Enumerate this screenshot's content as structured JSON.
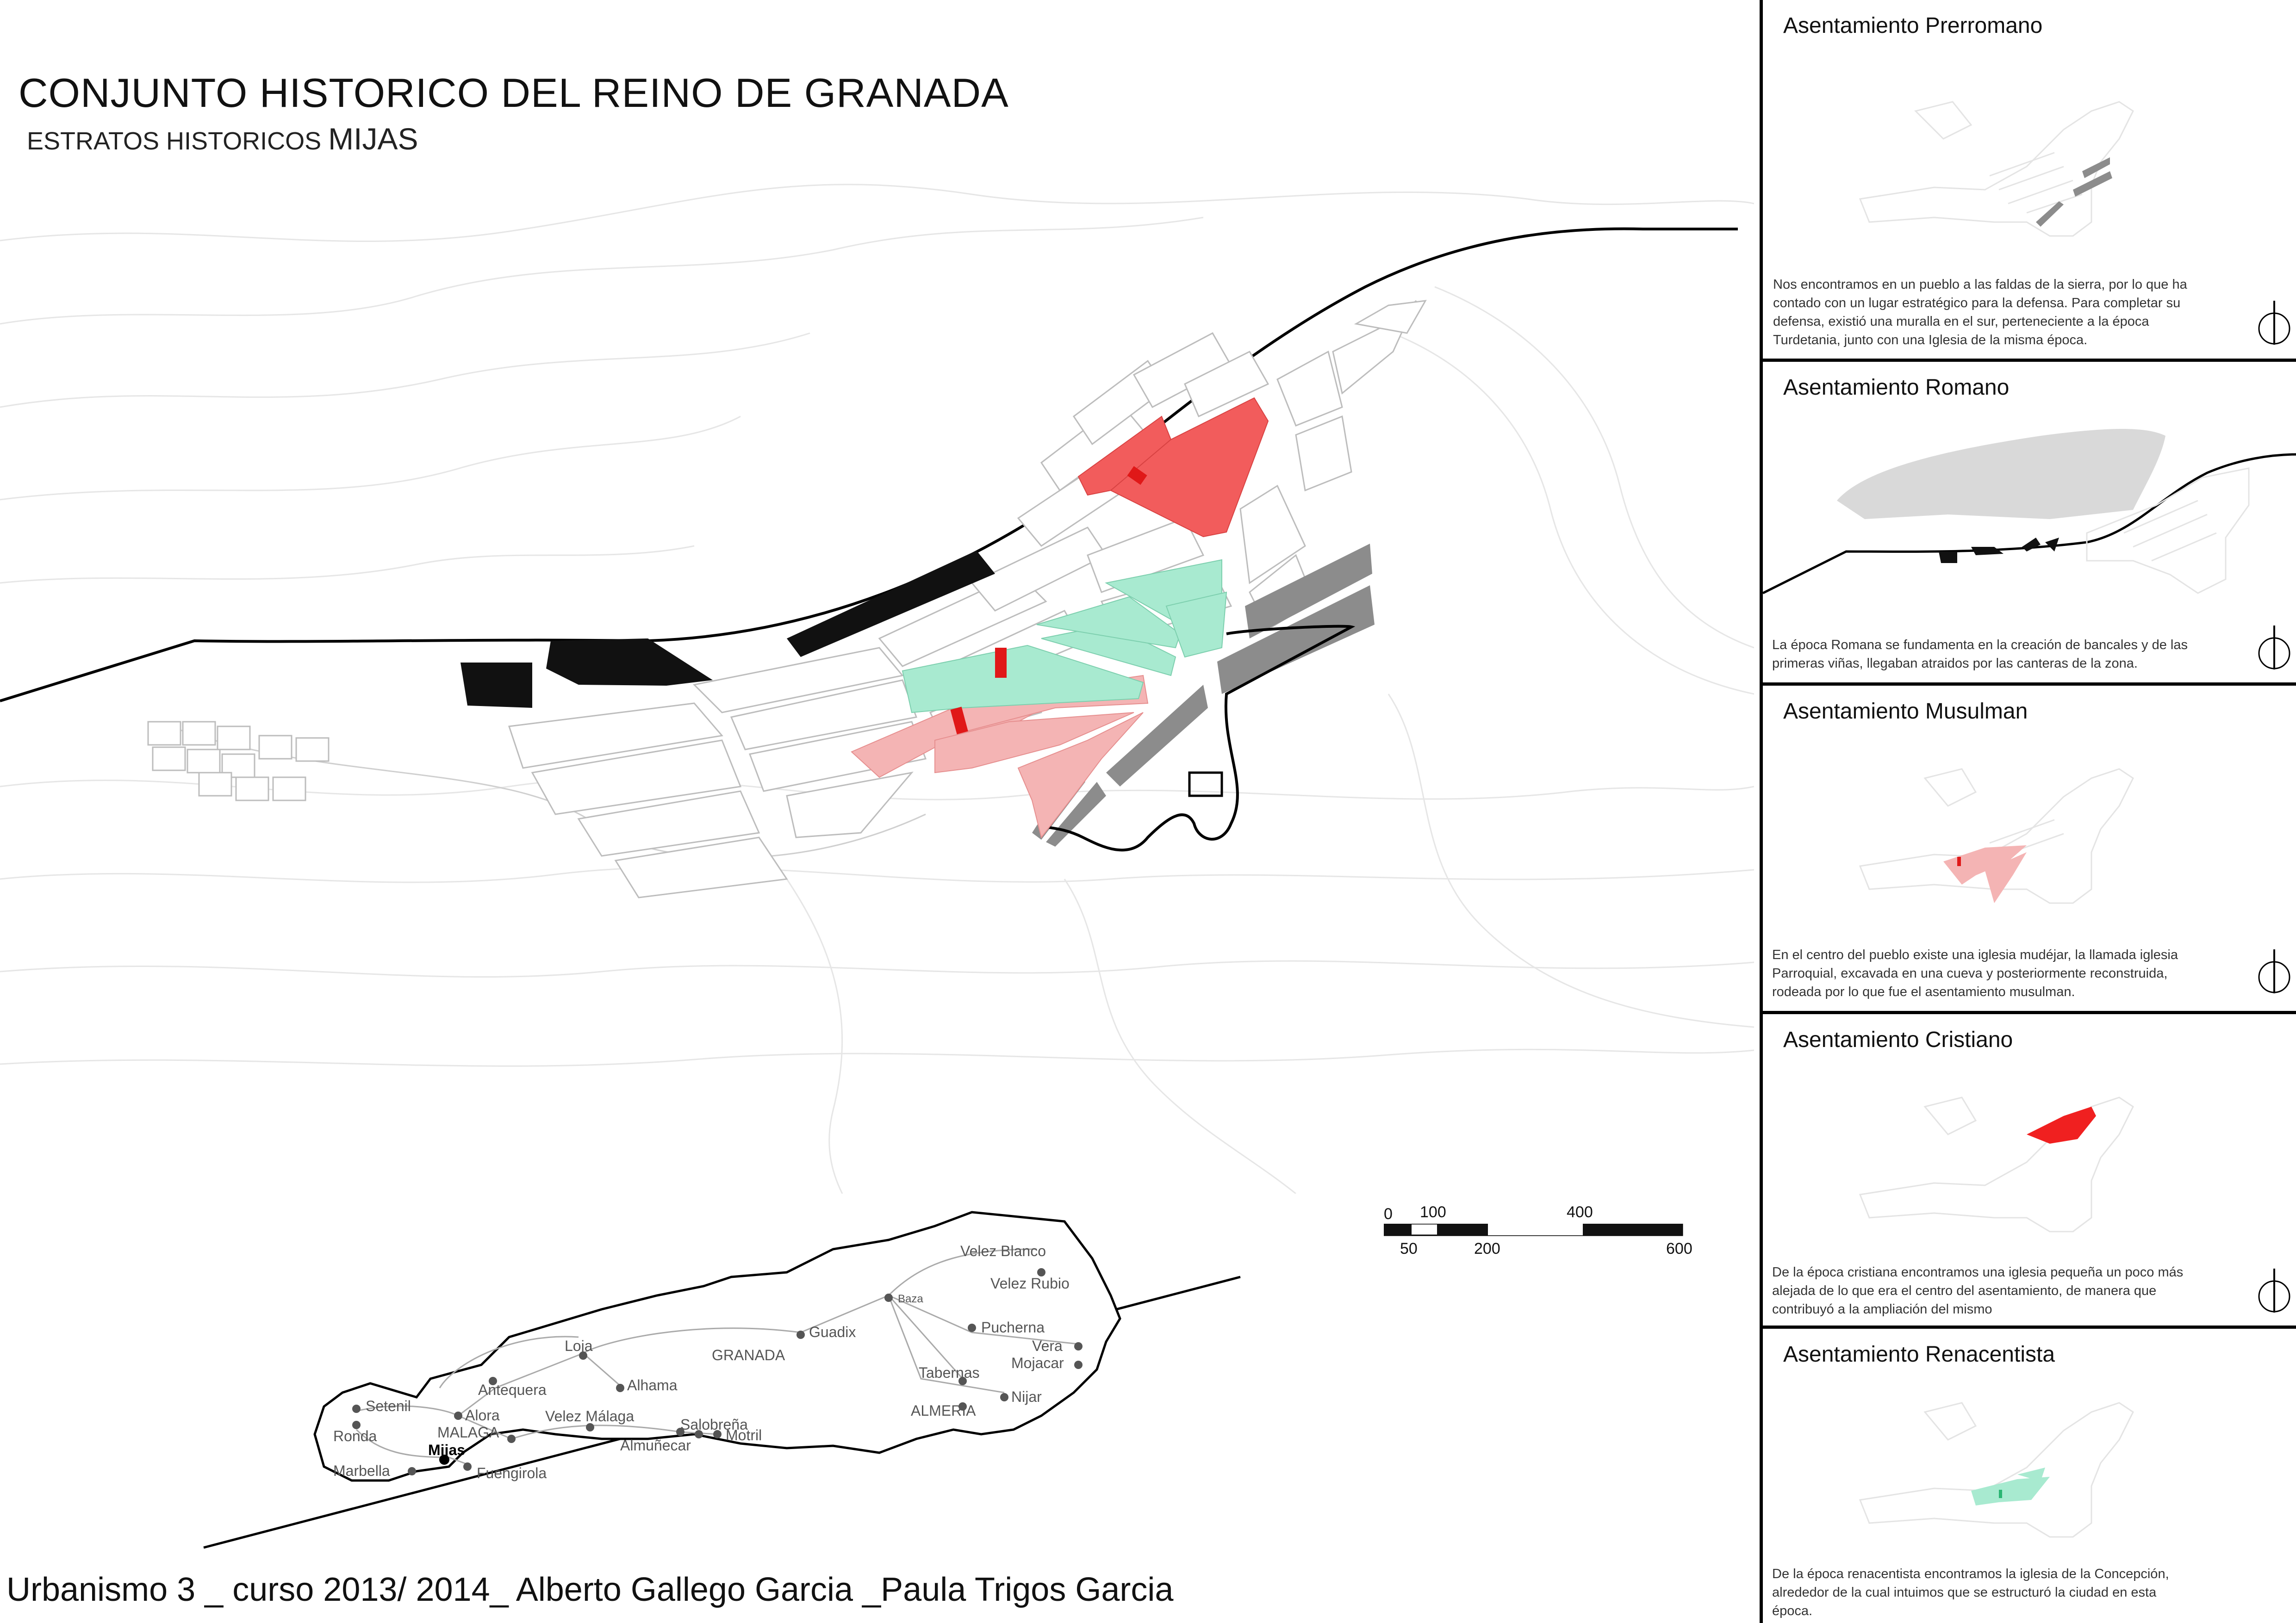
{
  "header": {
    "title": "CONJUNTO HISTORICO DEL REINO DE GRANADA",
    "subtitle_prefix": "ESTRATOS HISTORICOS",
    "subtitle_place": "MIJAS"
  },
  "footer": {
    "credits": "Urbanismo 3 _ curso 2013/ 2014_ Alberto Gallego Garcia _Paula Trigos Garcia"
  },
  "scale_bar": {
    "top_labels": [
      "0",
      "100",
      "400"
    ],
    "bottom_labels": [
      "50",
      "200",
      "600"
    ]
  },
  "region_map": {
    "towns": [
      "Velez Blanco",
      "Velez Rubio",
      "Baza",
      "Pucherna",
      "Vera",
      "Mojacar",
      "Guadix",
      "GRANADA",
      "Loja",
      "Alhama",
      "Antequera",
      "Tabernas",
      "Nijar",
      "ALMERIA",
      "Setenil",
      "Alora",
      "Ronda",
      "MALAGA",
      "Velez Málaga",
      "Salobreña",
      "Almuñecar",
      "Motril",
      "Mijas",
      "Marbella",
      "Fuengirola"
    ],
    "highlighted_town": "Mijas"
  },
  "legend_colors": {
    "prerromano": "#111111",
    "romano": "#8c8c8c",
    "musulman": "#f4b4b4",
    "cristiano": "#f25c5c",
    "renacentista": "#a8ead0",
    "church": "#e01818"
  },
  "panels": [
    {
      "title": "Asentamiento Prerromano",
      "text": "Nos encontramos en un pueblo a las faldas de la sierra, por lo que ha contado con un lugar estratégico para la defensa. Para completar su defensa, existió una muralla en el sur, perteneciente a la época Turdetania, junto con una Iglesia de la misma época."
    },
    {
      "title": "Asentamiento Romano",
      "text": "La época Romana se fundamenta en la creación de bancales y de las primeras viñas, llegaban atraidos por las canteras de la zona."
    },
    {
      "title": "Asentamiento Musulman",
      "text": "En el centro del pueblo existe una iglesia mudéjar, la llamada iglesia Parroquial, excavada en una cueva y posteriormente reconstruida, rodeada por lo que fue el asentamiento musulman."
    },
    {
      "title": "Asentamiento Cristiano",
      "text": "De la época cristiana encontramos una iglesia pequeña   un poco más alejada   de lo que era el centro del asentamiento, de manera que contribuyó a la ampliación del mismo"
    },
    {
      "title": "Asentamiento Renacentista",
      "text": "De la época renacentista encontramos la iglesia de la Concepción, alrededor de la cual intuimos que se estructuró la ciudad en esta época."
    }
  ]
}
